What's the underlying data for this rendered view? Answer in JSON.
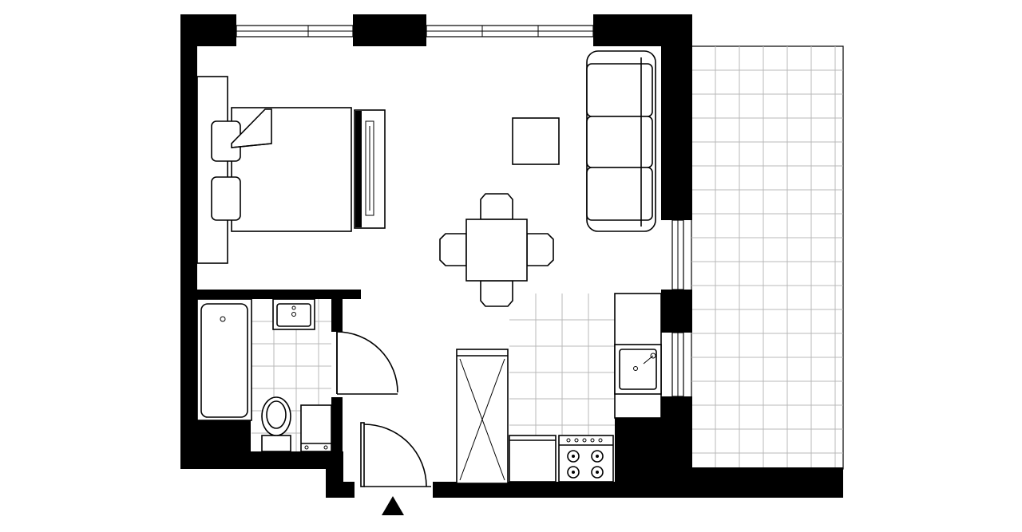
{
  "floor_plan": {
    "rooms": [
      "living-bedroom",
      "bathroom",
      "kitchen",
      "hall",
      "balcony"
    ],
    "colors": {
      "wall": "#000000",
      "background": "#ffffff",
      "tile_grid": "#b8b8b8"
    },
    "icons": {
      "entrance": "entrance-arrow-icon",
      "bed": "bed-icon",
      "sofa": "sofa-icon",
      "table": "dining-table-icon",
      "stove": "stove-icon",
      "sink": "kitchen-sink-icon",
      "toilet": "toilet-icon",
      "bathtub": "bathtub-icon"
    }
  }
}
